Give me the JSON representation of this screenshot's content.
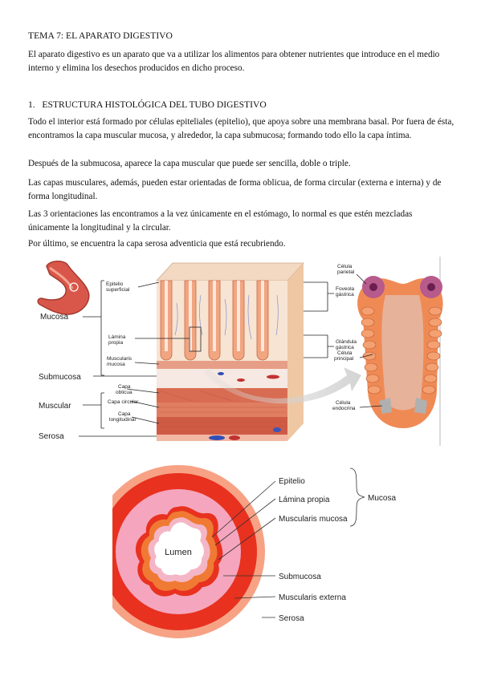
{
  "doc": {
    "title": "TEMA 7: EL APARATO DIGESTIVO",
    "intro": "El aparato digestivo es un aparato que va a utilizar los alimentos para obtener nutrientes que introduce en el medio interno y elimina los desechos producidos en dicho proceso.",
    "section1_number": "1.",
    "section1_title": "ESTRUCTURA HISTOLÓGICA DEL TUBO DIGESTIVO",
    "p1": "Todo el interior está formado por células epiteliales (epitelio), que apoya sobre una membrana basal. Por fuera de ésta, encontramos la capa muscular mucosa, y alrededor, la capa submucosa; formando todo ello la capa íntima.",
    "p2": "Después de la submucosa, aparece la capa muscular que puede ser sencilla, doble o triple.",
    "p3": "Las capas musculares, además, pueden estar orientadas de forma oblicua, de forma circular (externa e interna) y de forma longitudinal.",
    "p4": "Las 3 orientaciones las encontramos a la vez únicamente en el estómago, lo normal es que estén mezcladas únicamente la longitudinal y la circular.",
    "p5": "Por último, se encuentra la capa serosa adventicia que está recubriendo."
  },
  "figure1": {
    "layer_mucosa": "Mucosa",
    "layer_submucosa": "Submucosa",
    "layer_muscular": "Muscular",
    "layer_serosa": "Serosa",
    "epitelio_l1": "Epitelio",
    "epitelio_l2": "superficial",
    "lamina_l1": "Lámina",
    "lamina_l2": "propia",
    "muscularis_l1": "Muscularis",
    "muscularis_l2": "mucosa",
    "oblicua_l1": "Capa",
    "oblicua_l2": "oblicua",
    "circular": "Capa circular",
    "longitudinal_l1": "Capa",
    "longitudinal_l2": "longitudinal",
    "foveola_l1": "Foveola",
    "foveola_l2": "gástrica",
    "glandula_l1": "Glándula",
    "glandula_l2": "gástrica",
    "parietal_l1": "Célula",
    "parietal_l2": "parietal",
    "principal_l1": "Célula",
    "principal_l2": "principal",
    "endocrina_l1": "Célula",
    "endocrina_l2": "endocrina"
  },
  "figure2": {
    "lumen": "Lumen",
    "epitelio": "Epitelio",
    "lamina_propia": "Lámina propia",
    "muscularis_mucosa": "Muscularis mucosa",
    "mucosa": "Mucosa",
    "submucosa": "Submucosa",
    "muscularis_externa": "Muscularis externa",
    "serosa": "Serosa"
  },
  "colors": {
    "serosa": "#f7a285",
    "muscularis_externa": "#e8311f",
    "submucosa": "#f5a6be",
    "mucosa_tissue": "#e8833a",
    "gland_wall": "#f08a55",
    "background": "#ffffff"
  }
}
